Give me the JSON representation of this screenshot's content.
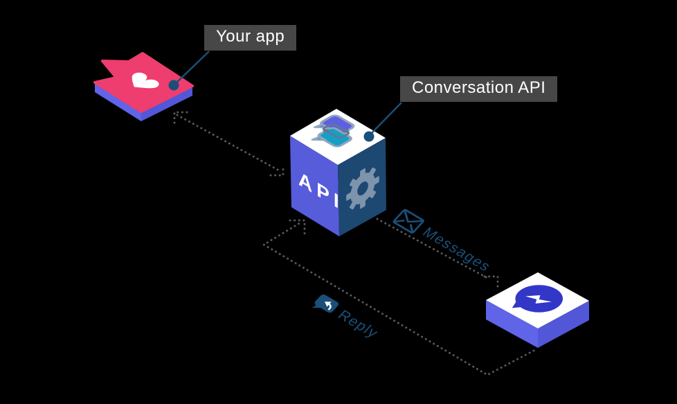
{
  "title_labels": {
    "your_app": "Your app",
    "conversation_api": "Conversation API"
  },
  "cube": {
    "face_label": "API"
  },
  "flows": {
    "messages_label": "Messages",
    "reply_label": "Reply"
  },
  "icons": {
    "app_tile": "heart-chat-bubble",
    "api_cube_top": "chat-sync-bubbles",
    "api_cube_side": "gear",
    "channel_tile": "messenger-logo",
    "messages_flow": "envelope",
    "reply_flow": "reply-chat-bubble"
  },
  "colors": {
    "background": "#000000",
    "label_box_bg": "#474747",
    "label_text": "#ffffff",
    "leader_line": "#1b4f78",
    "flow_text": "#1b4f78",
    "dotted_line": "#58585a",
    "app_tile_top": "#ee3d6f",
    "tile_side_left": "#6064e8",
    "tile_side_right": "#5257d8",
    "cube_left_face": "#575cdb",
    "cube_right_face": "#1d4872",
    "cube_top_face": "#ffffff",
    "gear": "#7e93ac",
    "bubble_back": "#5f5fe2",
    "bubble_front": "#14a0c6",
    "bubble_outline": "#93a5bf",
    "sync_glyph": "#5e7a96",
    "messenger_blue": "#3237c8",
    "heart": "#ffffff",
    "api_text": "#ffffff"
  }
}
